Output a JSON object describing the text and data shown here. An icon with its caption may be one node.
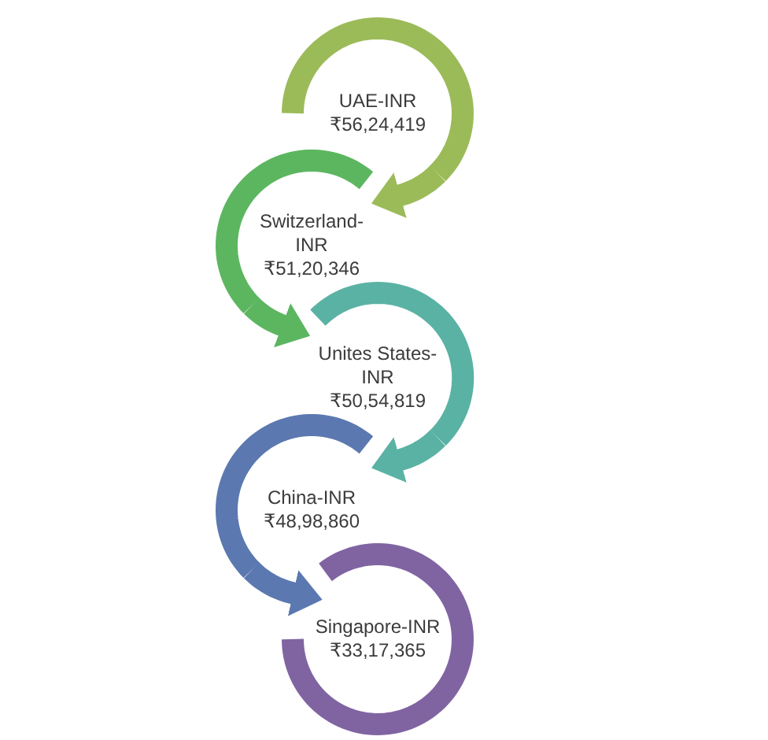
{
  "diagram": {
    "nodes": [
      {
        "text": [
          "UAE-INR",
          "₹56,24,419"
        ]
      },
      {
        "text": [
          "Switzerland-INR",
          "₹51,20,346"
        ]
      },
      {
        "text": [
          "Unites States-INR",
          "₹50,54,819"
        ]
      },
      {
        "text": [
          "China-INR",
          "₹48,98,860"
        ]
      },
      {
        "text": [
          "Singapore-INR",
          "₹33,17,365"
        ]
      }
    ],
    "edges": [
      {
        "from": 0,
        "to": 1,
        "arrow": "to",
        "color": "#9bbb59"
      },
      {
        "from": 1,
        "to": 2,
        "arrow": "to",
        "color": "#5cb660"
      },
      {
        "from": 2,
        "to": 3,
        "arrow": "to",
        "color": "#5ab2a4"
      },
      {
        "from": 3,
        "to": 4,
        "arrow": "to",
        "color": "#5b78b0"
      }
    ]
  }
}
